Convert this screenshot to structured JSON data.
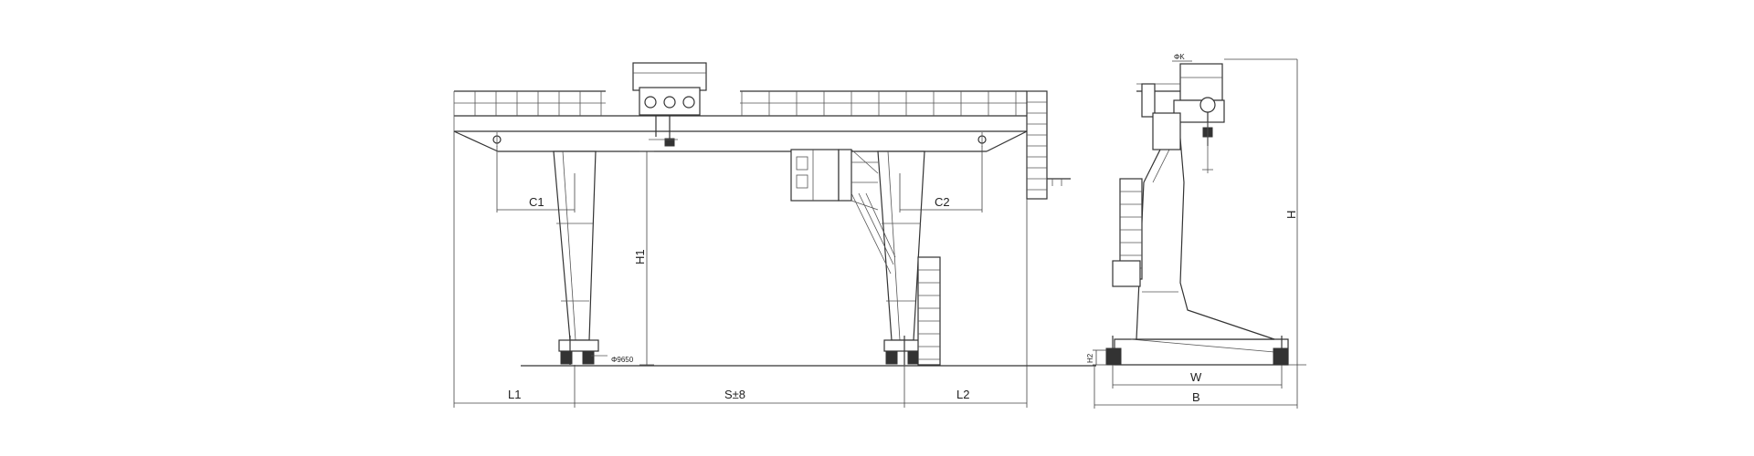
{
  "labels": {
    "c1": "C1",
    "c2": "C2",
    "h1": "H1",
    "h": "H",
    "h2": "H2",
    "l1": "L1",
    "s": "S±8",
    "l2": "L2",
    "w": "W",
    "b": "B",
    "oak": "ΦK",
    "rail_tag": "Φ9650"
  }
}
